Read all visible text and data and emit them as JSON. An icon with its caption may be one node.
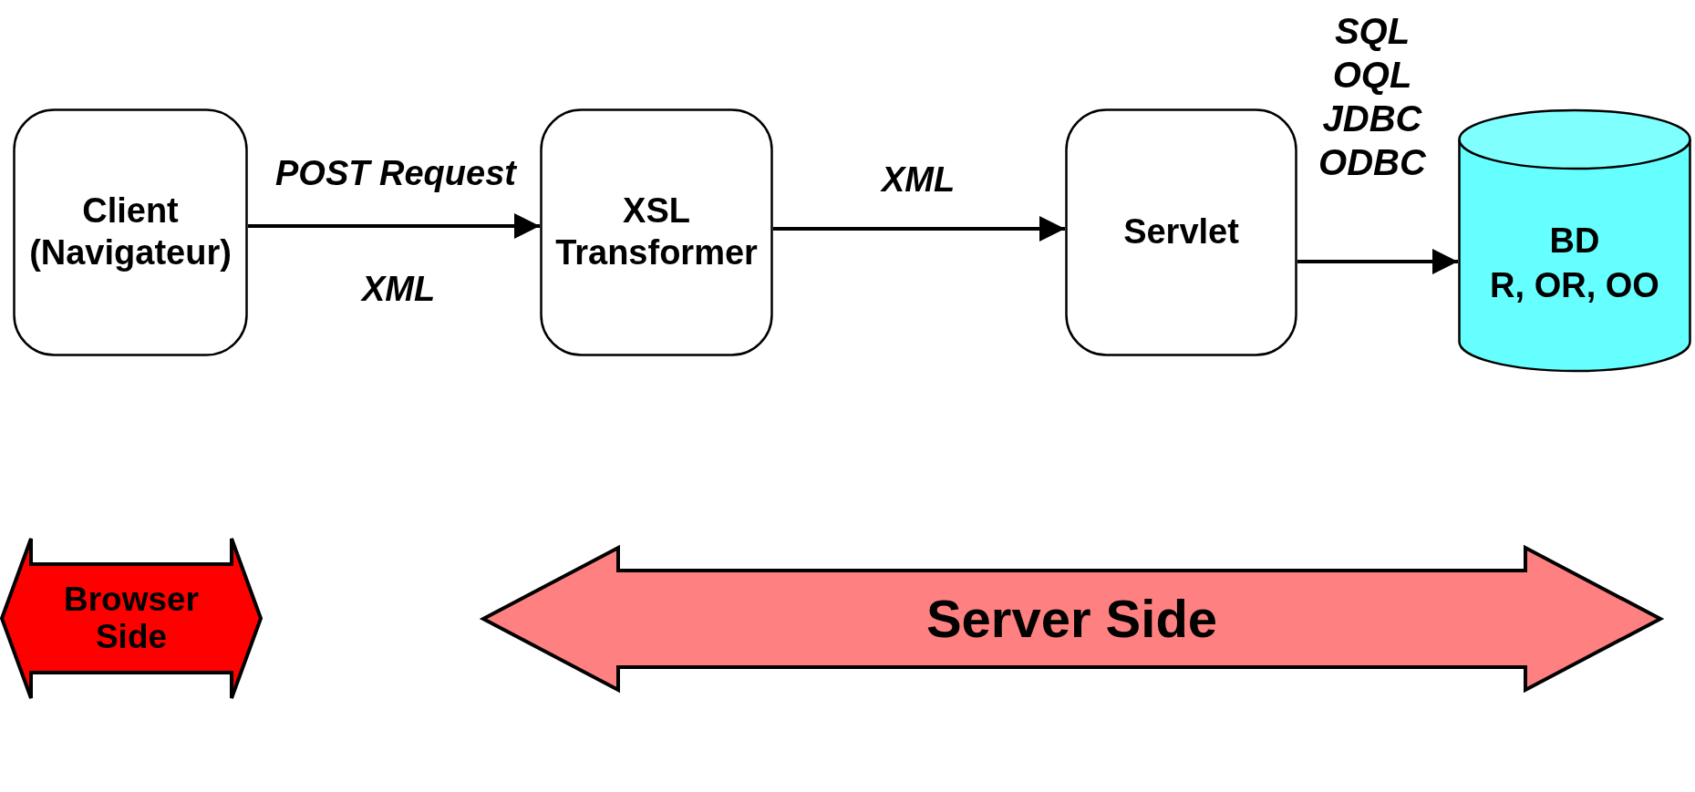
{
  "diagram": {
    "nodes": [
      {
        "text": [
          "Client (Navigateur)"
        ]
      },
      {
        "text": [
          "XSL Transformer"
        ]
      },
      {
        "text": [
          "Servlet"
        ]
      },
      {
        "text": [
          "BD",
          "R, OR, OO"
        ]
      },
      {
        "text": [
          "Browser Side"
        ]
      },
      {
        "text": [
          "Server Side"
        ]
      }
    ],
    "edges": [
      {
        "from": 0,
        "to": 1,
        "arrow": "to",
        "label": "POST Request"
      },
      {
        "from": 1,
        "to": 2,
        "arrow": "to",
        "label": "XML"
      },
      {
        "from": 2,
        "to": 3,
        "arrow": "to",
        "label": "SQL OQL JDBC ODBC"
      }
    ],
    "labels": [
      "XML"
    ]
  }
}
